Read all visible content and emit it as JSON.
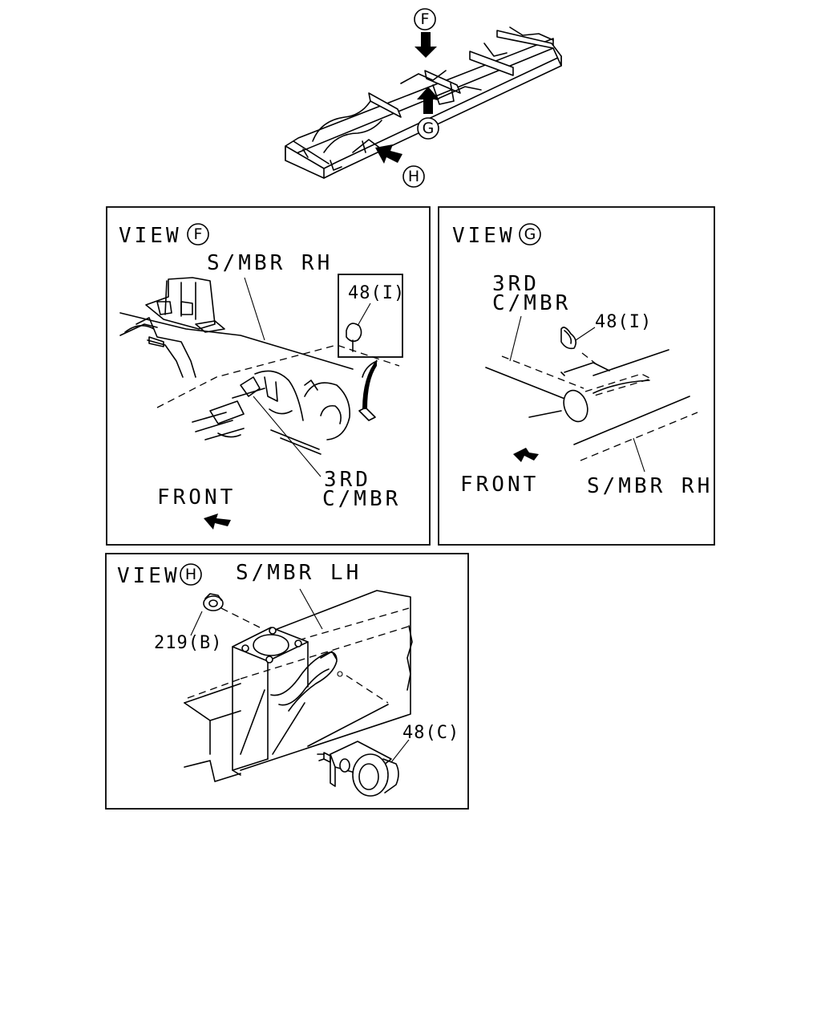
{
  "overview": {
    "markers": {
      "f": "F",
      "g": "G",
      "h": "H"
    }
  },
  "view_f": {
    "title_word": "VIEW",
    "title_letter": "F",
    "label_smbr": "S/MBR RH",
    "label_part": "48(I)",
    "label_3rd_l1": "3RD",
    "label_3rd_l2": "C/MBR",
    "label_front": "FRONT"
  },
  "view_g": {
    "title_word": "VIEW",
    "title_letter": "G",
    "label_3rd_l1": "3RD",
    "label_3rd_l2": "C/MBR",
    "label_part": "48(I)",
    "label_front": "FRONT",
    "label_smbr": "S/MBR RH"
  },
  "view_h": {
    "title_word": "VIEW",
    "title_letter": "H",
    "label_smbr": "S/MBR LH",
    "label_nut": "219(B)",
    "label_clip": "48(C)"
  }
}
